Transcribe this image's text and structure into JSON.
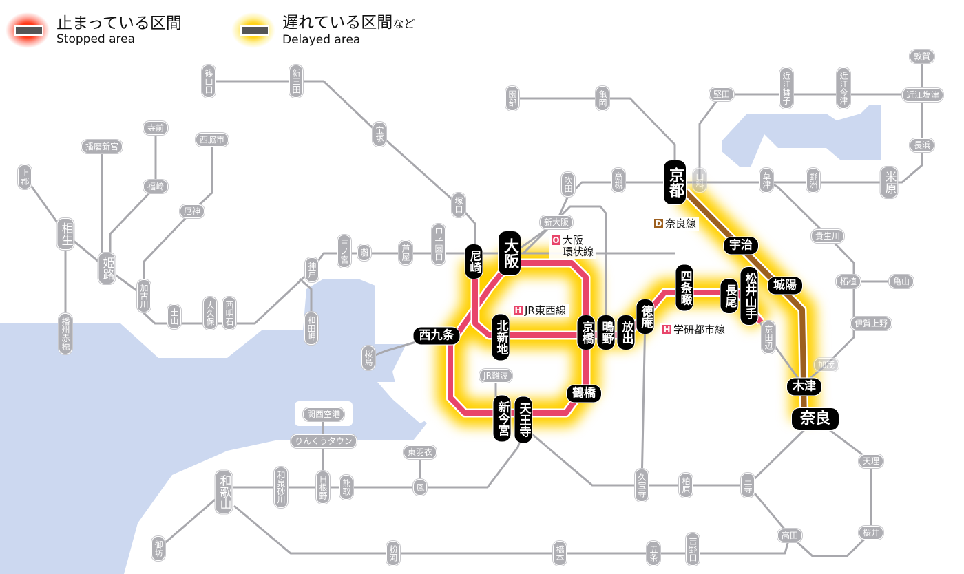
{
  "legend": {
    "stopped": {
      "jp": "止まっている区間",
      "en": "Stopped area",
      "color": "#ff3a1a"
    },
    "delayed": {
      "jp": "遅れている区間",
      "suffix": "など",
      "en": "Delayed area",
      "color": "#ffd21a"
    }
  },
  "colors": {
    "stopped_line": "#e8456a",
    "nara_line": "#9c5f1f",
    "normal_line": "#a8a8ad",
    "water": "#ccd8f0"
  },
  "line_labels": [
    {
      "badge": "O",
      "name": "大阪\n環状線",
      "badge_color": "#e8456a"
    },
    {
      "badge": "H",
      "name": "JR東西線",
      "badge_color": "#e8456a"
    },
    {
      "badge": "D",
      "name": "奈良線",
      "badge_color": "#9c5f1f"
    },
    {
      "badge": "H",
      "name": "学研都市線",
      "badge_color": "#e8456a"
    }
  ],
  "stations": [
    {
      "name": "篠山口",
      "type": "minor",
      "status": "normal"
    },
    {
      "name": "新三田",
      "type": "minor",
      "status": "normal"
    },
    {
      "name": "宝塚",
      "type": "minor",
      "status": "normal"
    },
    {
      "name": "塚口",
      "type": "minor",
      "status": "normal"
    },
    {
      "name": "西脇市",
      "type": "minor",
      "status": "normal"
    },
    {
      "name": "寺前",
      "type": "minor",
      "status": "normal"
    },
    {
      "name": "播磨新宮",
      "type": "minor",
      "status": "normal"
    },
    {
      "name": "福崎",
      "type": "minor",
      "status": "normal"
    },
    {
      "name": "上郡",
      "type": "minor",
      "status": "normal"
    },
    {
      "name": "相生",
      "type": "minor",
      "status": "normal"
    },
    {
      "name": "姫路",
      "type": "minor",
      "status": "normal"
    },
    {
      "name": "厄神",
      "type": "minor",
      "status": "normal"
    },
    {
      "name": "加古川",
      "type": "minor",
      "status": "normal"
    },
    {
      "name": "土山",
      "type": "minor",
      "status": "normal"
    },
    {
      "name": "大久保",
      "type": "minor",
      "status": "normal"
    },
    {
      "name": "西明石",
      "type": "minor",
      "status": "normal"
    },
    {
      "name": "神戸",
      "type": "minor",
      "status": "normal"
    },
    {
      "name": "和田岬",
      "type": "minor",
      "status": "normal"
    },
    {
      "name": "播州赤穂",
      "type": "minor",
      "status": "normal"
    },
    {
      "name": "三ノ宮",
      "type": "minor",
      "status": "normal"
    },
    {
      "name": "灘",
      "type": "minor",
      "status": "normal"
    },
    {
      "name": "芦屋",
      "type": "minor",
      "status": "normal"
    },
    {
      "name": "甲子園口",
      "type": "minor",
      "status": "normal"
    },
    {
      "name": "園部",
      "type": "minor",
      "status": "normal"
    },
    {
      "name": "亀岡",
      "type": "minor",
      "status": "normal"
    },
    {
      "name": "吹田",
      "type": "minor",
      "status": "normal"
    },
    {
      "name": "高槻",
      "type": "minor",
      "status": "normal"
    },
    {
      "name": "新大阪",
      "type": "minor",
      "status": "normal"
    },
    {
      "name": "堅田",
      "type": "minor",
      "status": "normal"
    },
    {
      "name": "近江舞子",
      "type": "minor",
      "status": "normal"
    },
    {
      "name": "近江今津",
      "type": "minor",
      "status": "normal"
    },
    {
      "name": "敦賀",
      "type": "minor",
      "status": "normal"
    },
    {
      "name": "近江塩津",
      "type": "minor",
      "status": "normal"
    },
    {
      "name": "長浜",
      "type": "minor",
      "status": "normal"
    },
    {
      "name": "山科",
      "type": "minor",
      "status": "normal"
    },
    {
      "name": "草津",
      "type": "minor",
      "status": "normal"
    },
    {
      "name": "野洲",
      "type": "minor",
      "status": "normal"
    },
    {
      "name": "米原",
      "type": "minor",
      "status": "normal"
    },
    {
      "name": "貴生川",
      "type": "minor",
      "status": "normal"
    },
    {
      "name": "柘植",
      "type": "minor",
      "status": "normal"
    },
    {
      "name": "亀山",
      "type": "minor",
      "status": "normal"
    },
    {
      "name": "伊賀上野",
      "type": "minor",
      "status": "normal"
    },
    {
      "name": "京田辺",
      "type": "minor",
      "status": "normal"
    },
    {
      "name": "加茂",
      "type": "minor",
      "status": "normal"
    },
    {
      "name": "JR難波",
      "type": "minor",
      "status": "normal"
    },
    {
      "name": "桜島",
      "type": "minor",
      "status": "normal"
    },
    {
      "name": "関西空港",
      "type": "minor",
      "status": "normal"
    },
    {
      "name": "りんくうタウン",
      "type": "minor",
      "status": "normal"
    },
    {
      "name": "東羽衣",
      "type": "minor",
      "status": "normal"
    },
    {
      "name": "鳳",
      "type": "minor",
      "status": "normal"
    },
    {
      "name": "和泉砂川",
      "type": "minor",
      "status": "normal"
    },
    {
      "name": "日根野",
      "type": "minor",
      "status": "normal"
    },
    {
      "name": "熊取",
      "type": "minor",
      "status": "normal"
    },
    {
      "name": "和歌山",
      "type": "minor",
      "status": "normal"
    },
    {
      "name": "御坊",
      "type": "minor",
      "status": "normal"
    },
    {
      "name": "粉河",
      "type": "minor",
      "status": "normal"
    },
    {
      "name": "橋本",
      "type": "minor",
      "status": "normal"
    },
    {
      "name": "五条",
      "type": "minor",
      "status": "normal"
    },
    {
      "name": "吉野口",
      "type": "minor",
      "status": "normal"
    },
    {
      "name": "久宝寺",
      "type": "minor",
      "status": "normal"
    },
    {
      "name": "柏原",
      "type": "minor",
      "status": "normal"
    },
    {
      "name": "王寺",
      "type": "minor",
      "status": "normal"
    },
    {
      "name": "高田",
      "type": "minor",
      "status": "normal"
    },
    {
      "name": "天理",
      "type": "minor",
      "status": "normal"
    },
    {
      "name": "桜井",
      "type": "minor",
      "status": "normal"
    },
    {
      "name": "大阪",
      "type": "major",
      "status": "stopped"
    },
    {
      "name": "尼崎",
      "type": "major",
      "status": "stopped"
    },
    {
      "name": "京都",
      "type": "major",
      "status": "delayed"
    },
    {
      "name": "宇治",
      "type": "major",
      "status": "delayed"
    },
    {
      "name": "城陽",
      "type": "major",
      "status": "delayed"
    },
    {
      "name": "木津",
      "type": "major",
      "status": "delayed"
    },
    {
      "name": "奈良",
      "type": "major",
      "status": "delayed"
    },
    {
      "name": "西九条",
      "type": "major",
      "status": "stopped"
    },
    {
      "name": "北新地",
      "type": "major",
      "status": "stopped"
    },
    {
      "name": "京橋",
      "type": "major",
      "status": "stopped"
    },
    {
      "name": "鴫野",
      "type": "major",
      "status": "stopped"
    },
    {
      "name": "放出",
      "type": "major",
      "status": "stopped"
    },
    {
      "name": "徳庵",
      "type": "major",
      "status": "stopped"
    },
    {
      "name": "四条畷",
      "type": "major",
      "status": "stopped"
    },
    {
      "name": "長尾",
      "type": "major",
      "status": "stopped"
    },
    {
      "name": "松井山手",
      "type": "major",
      "status": "stopped"
    },
    {
      "name": "鶴橋",
      "type": "major",
      "status": "stopped"
    },
    {
      "name": "天王寺",
      "type": "major",
      "status": "stopped"
    },
    {
      "name": "新今宮",
      "type": "major",
      "status": "stopped"
    }
  ]
}
